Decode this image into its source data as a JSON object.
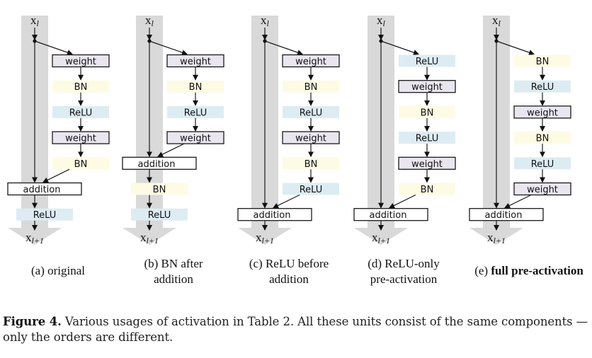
{
  "colors": {
    "bar": "#d9d9d9",
    "weight_fill": "#e9e6ef",
    "bn_fill": "#fdfbe4",
    "relu_fill": "#ddecf3",
    "addition_fill": "#ffffff",
    "stroke": "#1a1a1a"
  },
  "labels": {
    "input": "x",
    "input_sub": "l",
    "output": "x",
    "output_sub": "l+1"
  },
  "variants": [
    {
      "id": "a",
      "caption_lines": [
        "(a) original"
      ],
      "caption_bold": false,
      "branch": [
        "weight",
        "BN",
        "ReLU",
        "weight",
        "BN"
      ],
      "after_addition": [
        "ReLU"
      ]
    },
    {
      "id": "b",
      "caption_lines": [
        "(b) BN after",
        "addition"
      ],
      "caption_bold": false,
      "branch": [
        "weight",
        "BN",
        "ReLU",
        "weight"
      ],
      "after_addition": [
        "BN",
        "ReLU"
      ]
    },
    {
      "id": "c",
      "caption_lines": [
        "(c) ReLU before",
        "addition"
      ],
      "caption_bold": false,
      "branch": [
        "weight",
        "BN",
        "ReLU",
        "weight",
        "BN",
        "ReLU"
      ],
      "after_addition": []
    },
    {
      "id": "d",
      "caption_lines": [
        "(d) ReLU-only",
        "pre-activation"
      ],
      "caption_bold": false,
      "branch": [
        "ReLU",
        "weight",
        "BN",
        "ReLU",
        "weight",
        "BN"
      ],
      "after_addition": []
    },
    {
      "id": "e",
      "caption_prefix": "(e) ",
      "caption_lines": [
        "full pre-activation"
      ],
      "caption_bold": true,
      "branch": [
        "BN",
        "ReLU",
        "weight",
        "BN",
        "ReLU",
        "weight"
      ],
      "after_addition": []
    }
  ],
  "addition_label": "addition",
  "figure_caption": {
    "label": "Figure 4.",
    "text": " Various usages of activation in Table 2. All these units consist of the same components — only the orders are different."
  }
}
